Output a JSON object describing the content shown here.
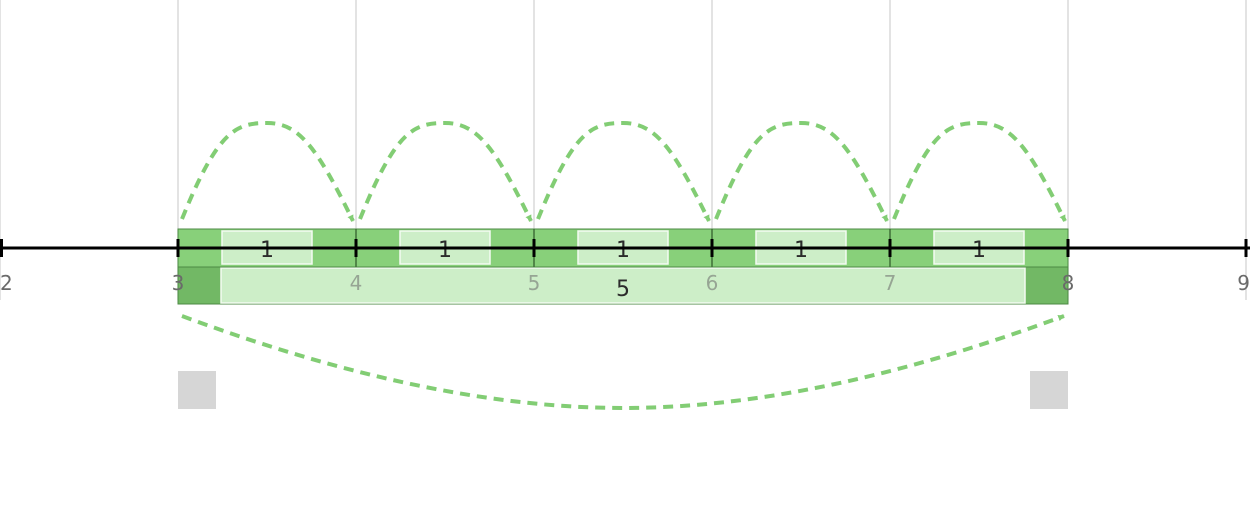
{
  "number_line": {
    "tick_labels": [
      "2",
      "3",
      "4",
      "5",
      "6",
      "7",
      "8",
      "9"
    ],
    "tick_values": [
      2,
      3,
      4,
      5,
      6,
      7,
      8,
      9
    ],
    "range": [
      2,
      9
    ],
    "gridlines": true
  },
  "colors": {
    "bar_fill": "#88d07a",
    "bar_dark": "#72b865",
    "bar_stroke": "#4c8a44",
    "label_box": "#cdeec8",
    "label_box_stroke": "#f4fbf2",
    "arrow": "#82cd74",
    "line": "#000000",
    "grid": "#d0d0d0",
    "handle": "#d6d6d6",
    "text": "#2b2b2b",
    "tick_label": "#6a6a6a"
  },
  "unit_jumps": [
    {
      "from": 3,
      "to": 4,
      "label": "1"
    },
    {
      "from": 4,
      "to": 5,
      "label": "1"
    },
    {
      "from": 5,
      "to": 6,
      "label": "1"
    },
    {
      "from": 6,
      "to": 7,
      "label": "1"
    },
    {
      "from": 7,
      "to": 8,
      "label": "1"
    }
  ],
  "total_jump": {
    "from": 3,
    "to": 8,
    "label": "5"
  },
  "handles": [
    {
      "name": "start-handle",
      "at": 3
    },
    {
      "name": "end-handle",
      "at": 8
    }
  ]
}
